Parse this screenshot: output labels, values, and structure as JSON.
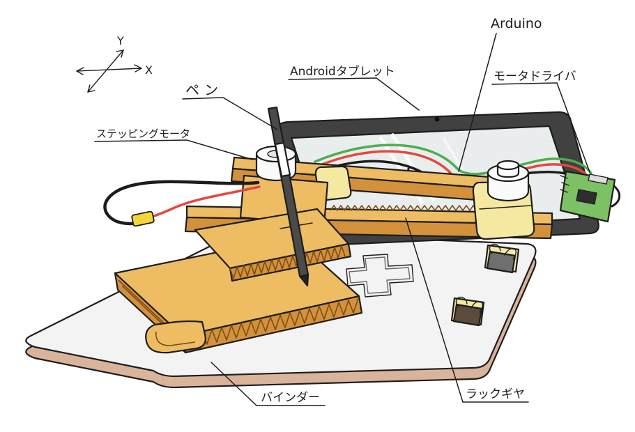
{
  "diagram": {
    "description": "Hand-drawn illustration of a DIY cardboard pen plotter built on a binder over an Android tablet",
    "axis": {
      "x": "X",
      "y": "Y"
    },
    "labels": {
      "pen": "ペン",
      "android_tablet": "Androidタブレット",
      "arduino": "Arduino",
      "motor_driver": "モータドライバ",
      "stepping_motor": "ステッピングモータ",
      "binder": "バインダー",
      "rack_gear": "ラックギヤ"
    },
    "colors": {
      "ink": "#1d1d1d",
      "binder_top": "#f3f3f3",
      "binder_side": "#d9b49b",
      "tablet_frame": "#414141",
      "screen": "#e9eded",
      "cardboard": "#eebd63",
      "cardboard_dark": "#d3913c",
      "motor_white": "#fbfbfb",
      "clamp_yellow": "#f5e9a2",
      "pcb_green": "#7cc163",
      "wire_red": "#e4483e",
      "wire_green": "#4caf50",
      "wire_black": "#1c1c1c",
      "connector_yellow": "#f2d73a",
      "pen_body": "#4a4a4a",
      "pen_band": "#ffffff",
      "clip_dark": "#5c4a3a",
      "clip_gray": "#6f6f6f"
    }
  }
}
